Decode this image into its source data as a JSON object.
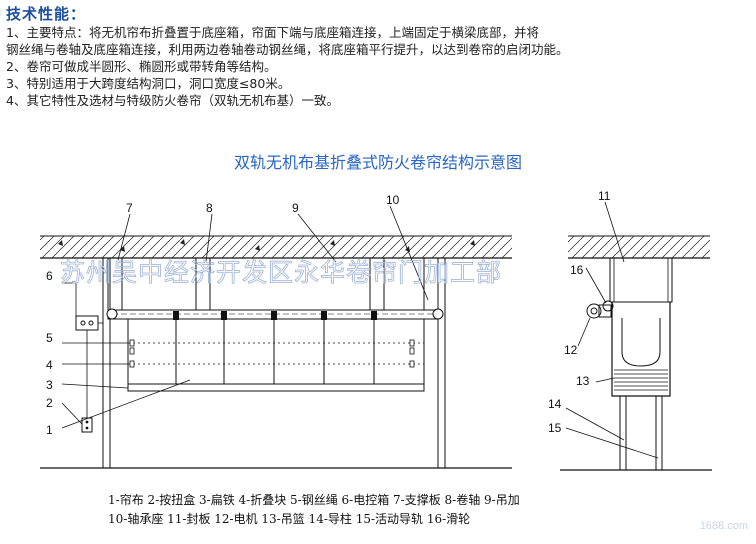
{
  "spec": {
    "title": "技术性能：",
    "lines": [
      "1、主要特点：将无机帘布折叠置于底座箱，帘面下端与底座箱连接，上端固定于横梁底部，并将",
      "钢丝绳与卷轴及底座箱连接，利用两边卷轴卷动钢丝绳，将底座箱平行提升，以达到卷帘的启闭功能。",
      "2、卷帘可做成半圆形、椭圆形或带转角等结构。",
      "3、特别适用于大跨度结构洞口，洞口宽度≤80米。",
      "4、其它特性及选材与特级防火卷帘（双轨无机布基）一致。"
    ]
  },
  "diagram_title": "双轨无机布基折叠式防火卷帘结构示意图",
  "watermark": "苏州吴中经济开发区永华卷帘门加工部",
  "callouts": {
    "n1": "1",
    "n2": "2",
    "n3": "3",
    "n4": "4",
    "n5": "5",
    "n6": "6",
    "n7": "7",
    "n8": "8",
    "n9": "9",
    "n10": "10",
    "n11": "11",
    "n12": "12",
    "n13": "13",
    "n14": "14",
    "n15": "15",
    "n16": "16"
  },
  "legend": {
    "line1": "1-帘布  2-按扭盒  3-扁铁  4-折叠块  5-钢丝绳  6-电控箱  7-支撑板  8-卷轴  9-吊加",
    "line2": "10-轴承座  11-封板  12-电机  13-吊篮  14-导柱  15-活动导轨  16-滑轮"
  },
  "footer_watermark": "1688.com",
  "colors": {
    "heading_blue": "#1c4fa0",
    "title_blue": "#2a66c4",
    "line_black": "#111111"
  }
}
